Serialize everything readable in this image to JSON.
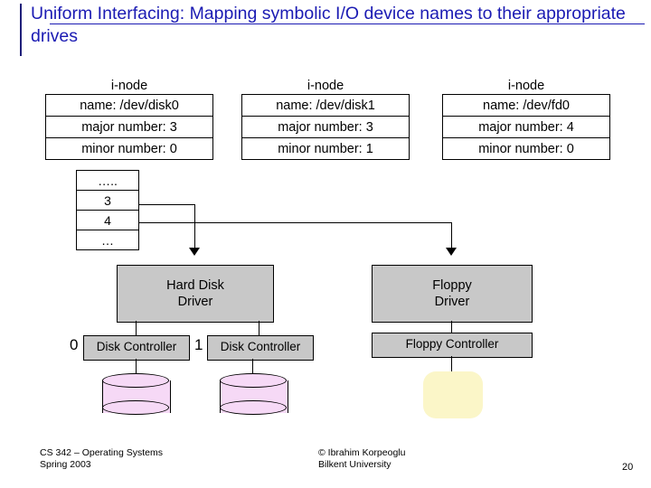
{
  "slide": {
    "title": "Uniform Interfacing: Mapping symbolic I/O device names to their appropriate drives",
    "page_number": "20"
  },
  "inodes": [
    {
      "header": "i-node",
      "rows": [
        "name: /dev/disk0",
        "major number: 3",
        "minor number: 0"
      ]
    },
    {
      "header": "i-node",
      "rows": [
        "name: /dev/disk1",
        "major number: 3",
        "minor number: 1"
      ]
    },
    {
      "header": "i-node",
      "rows": [
        "name: /dev/fd0",
        "major number: 4",
        "minor number: 0"
      ]
    }
  ],
  "major_table": {
    "rows": [
      "…..",
      "3",
      "4",
      "…"
    ]
  },
  "drivers": [
    {
      "line1": "Hard Disk",
      "line2": "Driver"
    },
    {
      "line1": "Floppy",
      "line2": "Driver"
    }
  ],
  "controllers": [
    {
      "index": "0",
      "label": "Disk Controller"
    },
    {
      "index": "1",
      "label": "Disk Controller"
    },
    {
      "index": "",
      "label": "Floppy Controller"
    }
  ],
  "footer": {
    "left_line1": "CS 342 – Operating Systems",
    "left_line2": "Spring 2003",
    "center_line1": "© Ibrahim Korpeoglu",
    "center_line2": "Bilkent University"
  },
  "colors": {
    "title": "#1b1bb3",
    "box_gray": "#c8c8c8",
    "disk_pink": "#f6d9f6",
    "floppy_yellow": "#fbf6c8"
  }
}
